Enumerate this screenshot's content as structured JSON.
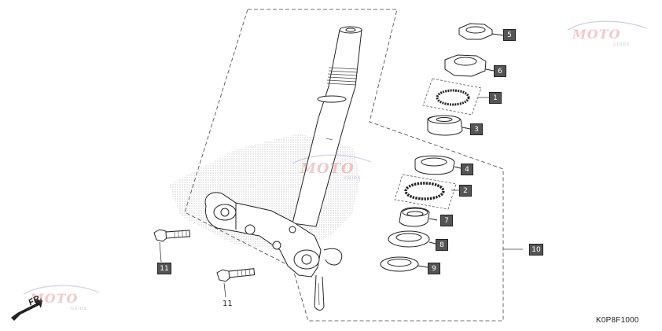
{
  "callouts": {
    "c1": "1",
    "c2": "2",
    "c3": "3",
    "c4": "4",
    "c5": "5",
    "c6": "6",
    "c7": "7",
    "c8": "8",
    "c9": "9",
    "c10": "10",
    "c11": "11"
  },
  "labels": {
    "bolt_lower": "11",
    "direction": "FR.",
    "diagram_code": "K0P8F1000"
  },
  "watermark": {
    "text": "MOTO",
    "sub": "GUIDS",
    "color": "#cd3c3c"
  }
}
